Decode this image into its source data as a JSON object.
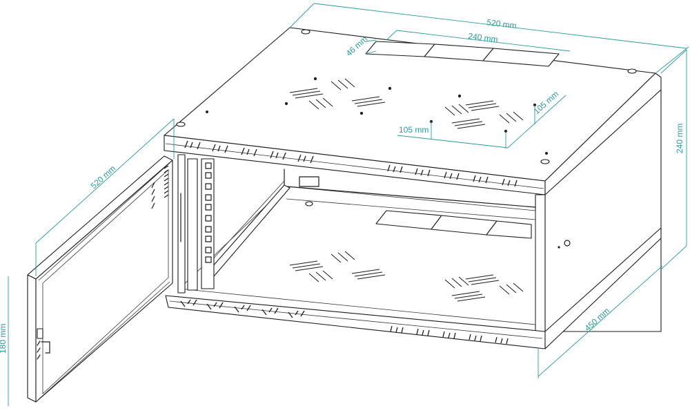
{
  "diagram": {
    "subject": "Wall-mount rack cabinet, open door, isometric line drawing",
    "dimension_color": "#2a9a9e",
    "line_color": "#1a1a1a",
    "dimensions": {
      "top_width": "520 mm",
      "panel_width": "240 mm",
      "panel_depth": "46 mm",
      "fan_offset_x": "105 mm",
      "fan_offset_y": "105 mm",
      "height": "240 mm",
      "depth": "450 mm",
      "door_width": "520 mm",
      "door_height": "180 mm"
    },
    "parts": [
      "top-panel",
      "top-fan-vent-left",
      "top-fan-vent-right",
      "cable-entry-cover",
      "front-top-rail",
      "front-bottom-rail",
      "rack-mount-rail",
      "right-side-panel",
      "bottom-fan-vent-left",
      "bottom-fan-vent-right",
      "glass-door",
      "door-lock",
      "door-hinge"
    ]
  }
}
